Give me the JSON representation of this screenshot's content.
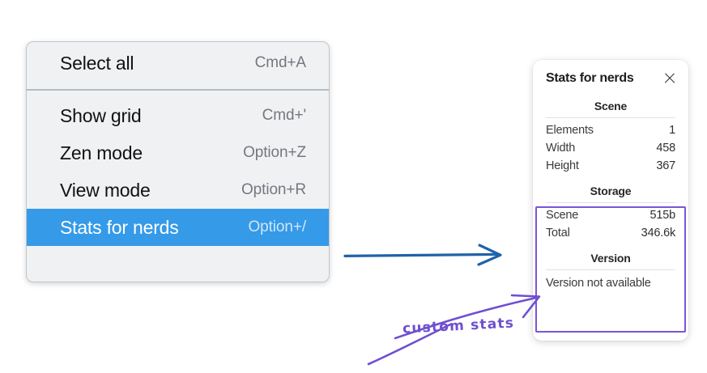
{
  "context_menu": {
    "groups": [
      {
        "items": [
          {
            "label": "Select all",
            "shortcut": "Cmd+A",
            "selected": false
          }
        ]
      },
      {
        "items": [
          {
            "label": "Show grid",
            "shortcut": "Cmd+'",
            "selected": false
          },
          {
            "label": "Zen mode",
            "shortcut": "Option+Z",
            "selected": false
          },
          {
            "label": "View mode",
            "shortcut": "Option+R",
            "selected": false
          },
          {
            "label": "Stats for nerds",
            "shortcut": "Option+/",
            "selected": true
          }
        ]
      }
    ],
    "highlight_color": "#359ae8"
  },
  "stats_panel": {
    "title": "Stats for nerds",
    "close_icon": "close-icon",
    "sections": [
      {
        "name": "Scene",
        "rows": [
          {
            "label": "Elements",
            "value": "1"
          },
          {
            "label": "Width",
            "value": "458"
          },
          {
            "label": "Height",
            "value": "367"
          }
        ]
      },
      {
        "name": "Storage",
        "rows": [
          {
            "label": "Scene",
            "value": "515b"
          },
          {
            "label": "Total",
            "value": "346.6k"
          }
        ]
      },
      {
        "name": "Version",
        "single_line": "Version not available"
      }
    ]
  },
  "annotations": {
    "label": "custom stats",
    "label_color": "#6f4fd0",
    "highlight_box_color": "#7b55d6",
    "flow_arrow_color": "#1f63a8"
  }
}
